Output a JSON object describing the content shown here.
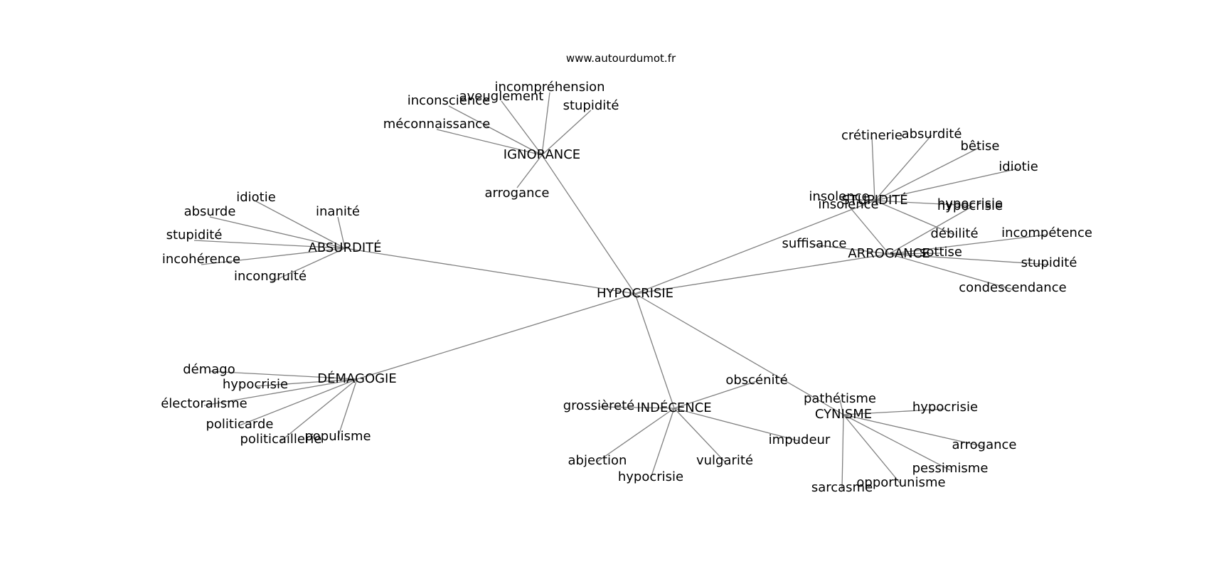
{
  "source": "www.autourdumot.fr",
  "center": "HYPOCRISIE",
  "clusters": [
    {
      "label": "IGNORANCE",
      "words": [
        "incompréhension",
        "aveuglement",
        "inconscience",
        "stupidité",
        "méconnaissance",
        "arrogance"
      ]
    },
    {
      "label": "ABSURDITÉ",
      "words": [
        "idiotie",
        "inanité",
        "absurde",
        "stupidité",
        "incohérence",
        "incongruité"
      ]
    },
    {
      "label": "STUPIDITÉ",
      "words": [
        "crétinerie",
        "absurdité",
        "bêtise",
        "idiotie",
        "insolence",
        "hypocrisie",
        "débilité"
      ]
    },
    {
      "label": "ARROGANCE",
      "words": [
        "suffisance",
        "incompétence",
        "sottise",
        "stupidité",
        "condescendance",
        "insolence",
        "hypocrisie"
      ]
    },
    {
      "label": "DÉMAGOGIE",
      "words": [
        "démago",
        "hypocrisie",
        "électoralisme",
        "politicarde",
        "politicaillerie",
        "populisme"
      ]
    },
    {
      "label": "INDÉCENCE",
      "words": [
        "obscénité",
        "grossièreté",
        "impudeur",
        "abjection",
        "vulgarité",
        "hypocrisie"
      ]
    },
    {
      "label": "CYNISME",
      "words": [
        "pathétisme",
        "hypocrisie",
        "arrogance",
        "pessimisme",
        "opportunisme",
        "sarcasme"
      ]
    }
  ]
}
